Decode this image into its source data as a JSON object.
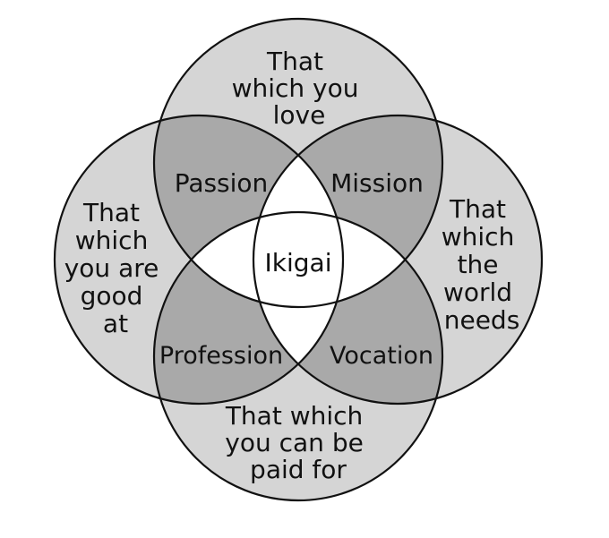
{
  "colors": {
    "single": "#d5d5d5",
    "pair": "#a9a9a9",
    "center": "#ffffff",
    "stroke": "#111111"
  },
  "circles": {
    "top": [
      "That",
      "which you",
      "love"
    ],
    "left": [
      "That",
      "which",
      "you are",
      "good",
      "at"
    ],
    "right": [
      "That",
      "which",
      "the",
      "world",
      "needs"
    ],
    "bottom": [
      "That which",
      "you can be",
      "paid for"
    ]
  },
  "overlaps": {
    "passion": "Passion",
    "mission": "Mission",
    "profession": "Profession",
    "vocation": "Vocation",
    "center": "Ikigai"
  }
}
